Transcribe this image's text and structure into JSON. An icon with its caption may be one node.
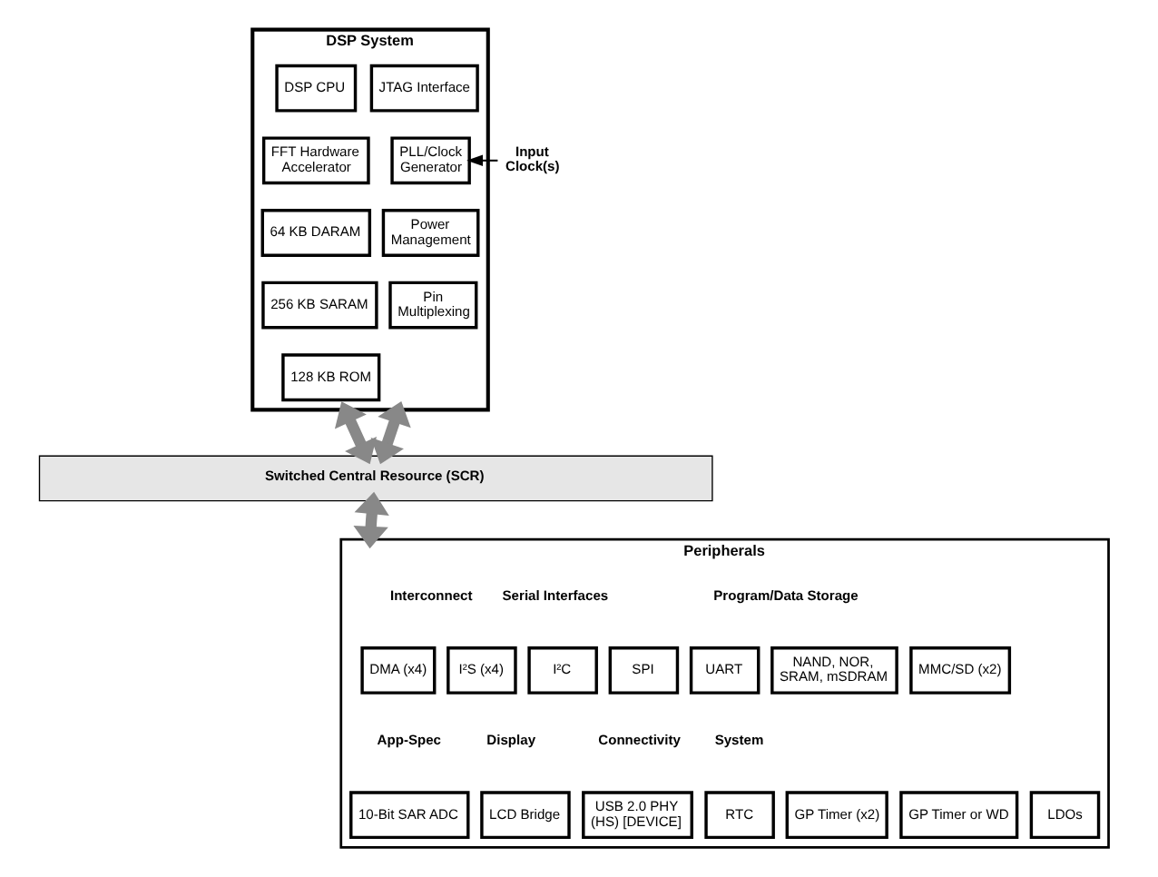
{
  "diagram": {
    "nodes": [
      {
        "text": [
          "DSP System"
        ]
      },
      {
        "text": [
          "JTAG Interface"
        ],
        "in": 0
      },
      {
        "text": [
          "PLL/Clock Generator"
        ],
        "in": 0
      },
      {
        "text": [
          "Power Management"
        ],
        "in": 0
      },
      {
        "text": [
          "Pin Multiplexing"
        ],
        "in": 0
      },
      {
        "text": [
          "DSP CPU"
        ],
        "in": 0
      },
      {
        "text": [
          "FFT Hardware Accelerator"
        ],
        "in": 0
      },
      {
        "text": [
          "64 KB DARAM"
        ],
        "in": 0
      },
      {
        "text": [
          "256 KB SARAM"
        ],
        "in": 0
      },
      {
        "text": [
          "128 KB ROM"
        ],
        "in": 0
      },
      {
        "text": [
          "Input Clock(s)"
        ]
      },
      {
        "text": [
          "Switched Central Resource (SCR)"
        ]
      },
      {
        "text": [
          "Peripherals"
        ]
      },
      {
        "text": [
          "DMA (x4)"
        ],
        "in": 12
      },
      {
        "text": [
          "I²S (x4)"
        ],
        "in": 12
      },
      {
        "text": [
          "I²C"
        ],
        "in": 12
      },
      {
        "text": [
          "SPI"
        ],
        "in": 12
      },
      {
        "text": [
          "UART"
        ],
        "in": 12
      },
      {
        "text": [
          "NAND, NOR, SRAM, mSDRAM"
        ],
        "in": 12
      },
      {
        "text": [
          "MMC/SD (x2)"
        ],
        "in": 12
      },
      {
        "text": [
          "10-Bit SAR ADC"
        ],
        "in": 12
      },
      {
        "text": [
          "LCD Bridge"
        ],
        "in": 12
      },
      {
        "text": [
          "USB 2.0 PHY (HS) [DEVICE]"
        ],
        "in": 12
      },
      {
        "text": [
          "RTC"
        ],
        "in": 12
      },
      {
        "text": [
          "GP Timer (x2)"
        ],
        "in": 12
      },
      {
        "text": [
          "GP Timer or WD"
        ],
        "in": 12
      },
      {
        "text": [
          "LDOs"
        ],
        "in": 12
      }
    ],
    "edges": [
      {
        "from": 10,
        "to": 2,
        "arrow": "to",
        "color": "#000000"
      },
      {
        "from": 0,
        "to": 11,
        "arrow": "both"
      },
      {
        "from": 0,
        "to": 11,
        "arrow": "both"
      },
      {
        "from": 11,
        "to": 12,
        "arrow": "both"
      }
    ],
    "labels": [
      "Interconnect",
      "Serial Interfaces",
      "Program/Data Storage",
      "App-Spec",
      "Display",
      "Connectivity",
      "System"
    ]
  }
}
